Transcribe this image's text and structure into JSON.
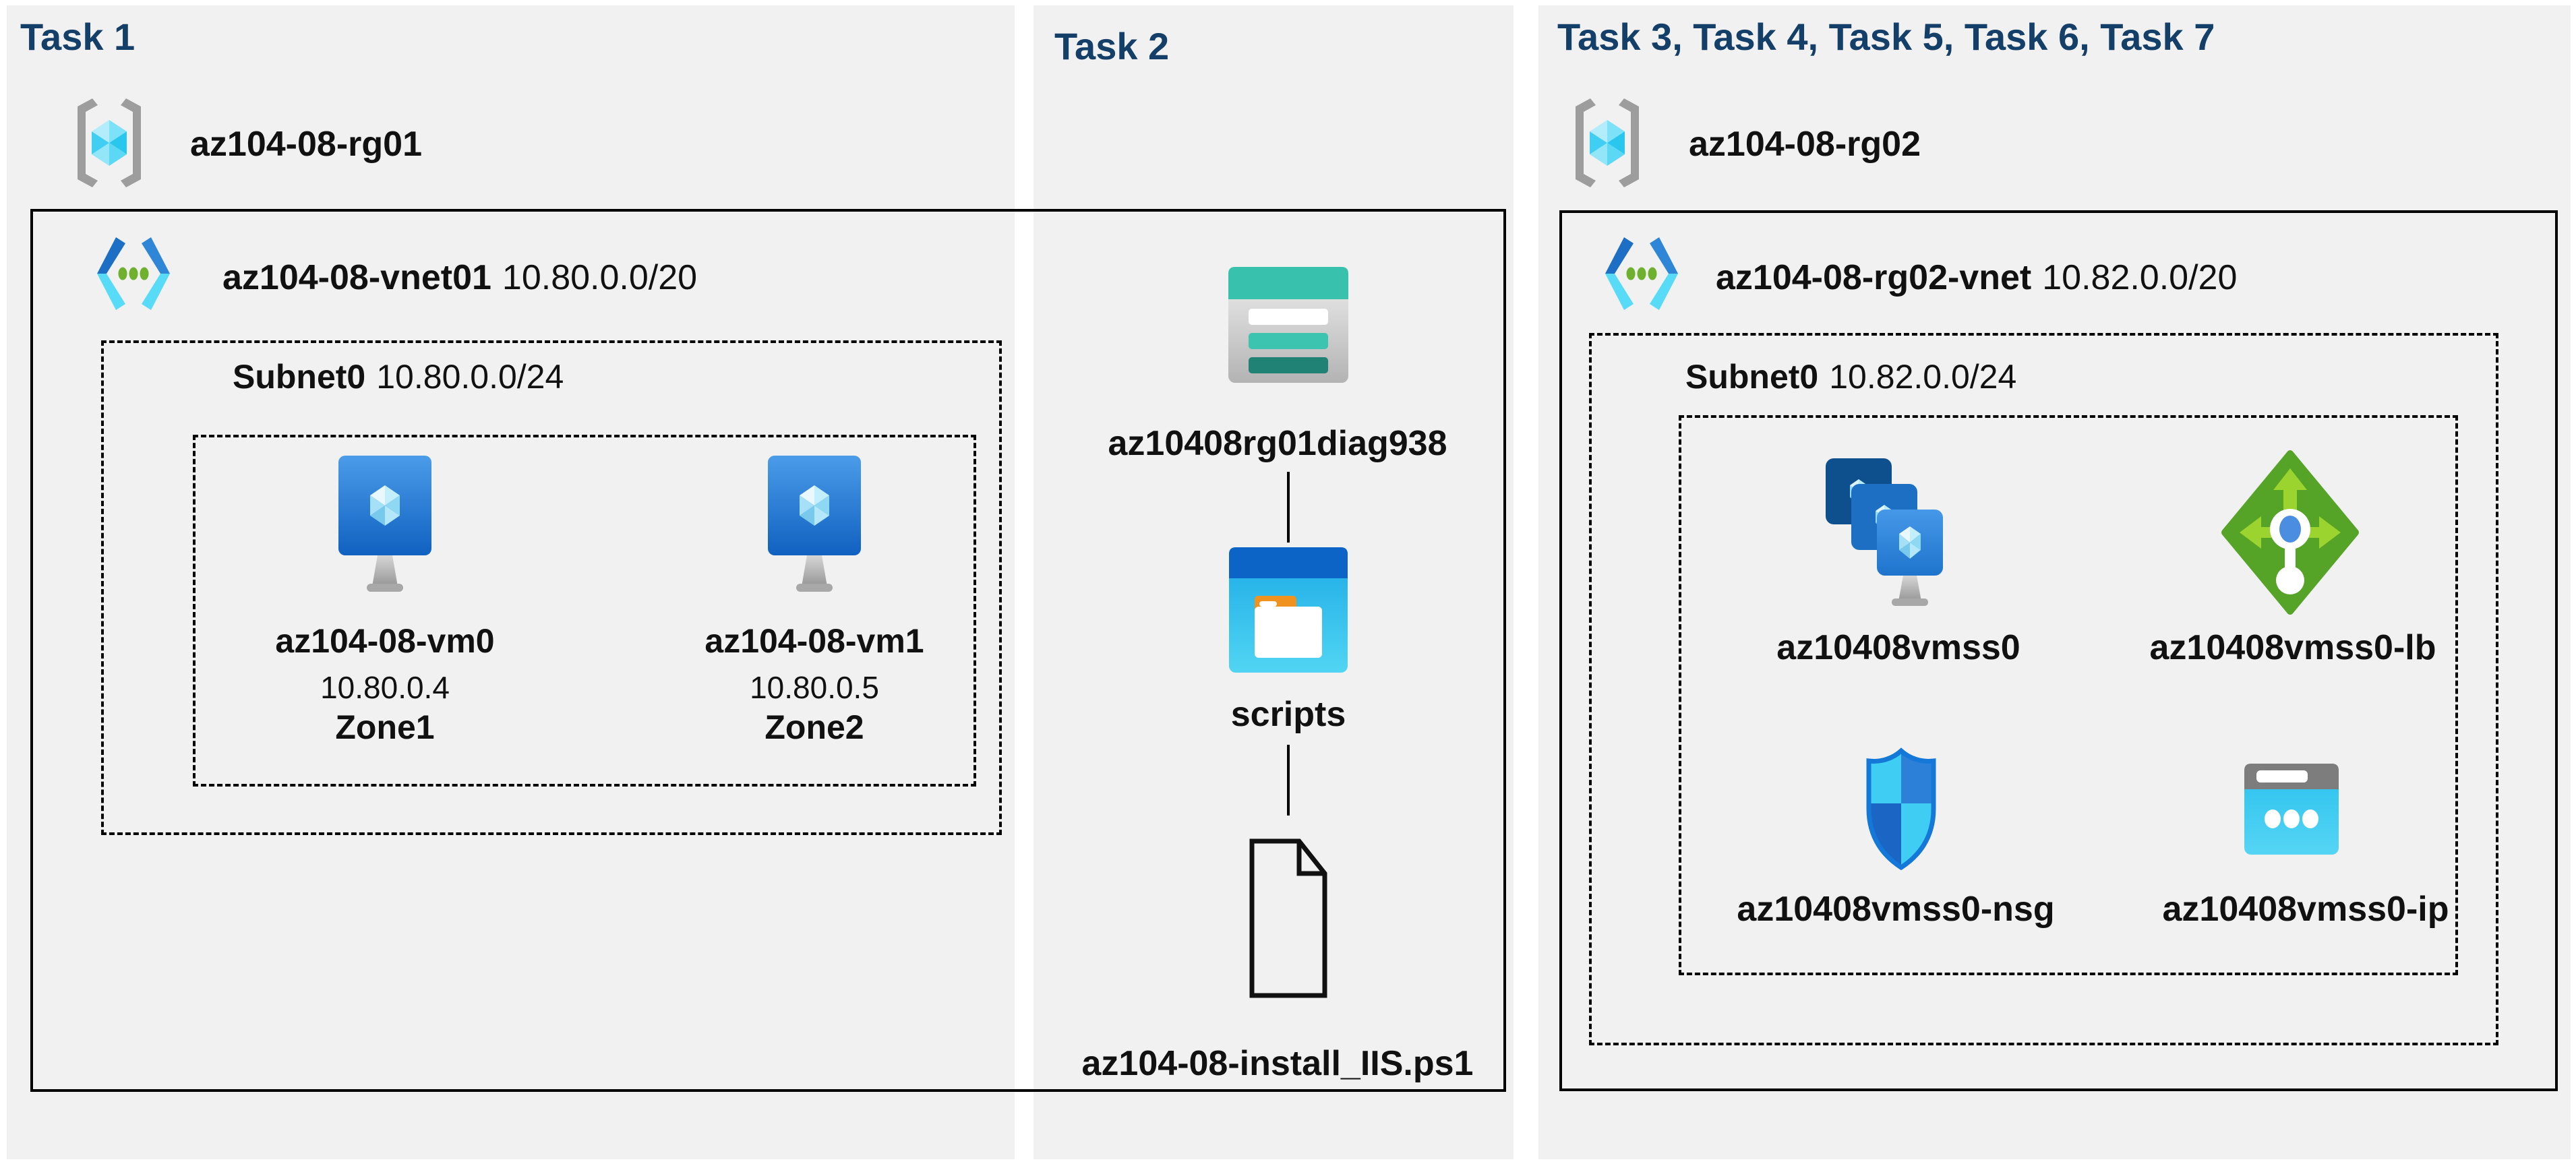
{
  "colors": {
    "page_bg": "#ffffff",
    "panel_bg": "#f1f1f1",
    "header_text": "#143f68",
    "label_text": "#111111",
    "border": "#000000",
    "vnet_green_dot": "#6fb02e",
    "storage_teal": "#38c2ae",
    "folder_blue": "#0b64c6",
    "lb_green": "#55a327",
    "nsg_blue": "#2d80d8",
    "ip_cyan": "#29c0ee"
  },
  "panels": [
    {
      "header": "Task 1",
      "resource_group": {
        "name": "az104-08-rg01"
      },
      "vnet": {
        "name": "az104-08-vnet01",
        "cidr": "10.80.0.0/20"
      },
      "subnet": {
        "name": "Subnet0",
        "cidr": "10.80.0.0/24"
      },
      "vms": [
        {
          "name": "az104-08-vm0",
          "ip": "10.80.0.4",
          "zone": "Zone1"
        },
        {
          "name": "az104-08-vm1",
          "ip": "10.80.0.5",
          "zone": "Zone2"
        }
      ]
    },
    {
      "header": "Task 2",
      "storage_account": {
        "name": "az10408rg01diag938"
      },
      "container": {
        "name": "scripts"
      },
      "file": {
        "name": "az104-08-install_IIS.ps1"
      }
    },
    {
      "header": "Task 3, Task 4, Task 5, Task 6, Task 7",
      "resource_group": {
        "name": "az104-08-rg02"
      },
      "vnet": {
        "name": "az104-08-rg02-vnet",
        "cidr": "10.82.0.0/20"
      },
      "subnet": {
        "name": "Subnet0",
        "cidr": "10.82.0.0/24"
      },
      "resources": [
        {
          "name": "az10408vmss0",
          "type": "vm-scale-set"
        },
        {
          "name": "az10408vmss0-lb",
          "type": "load-balancer"
        },
        {
          "name": "az10408vmss0-nsg",
          "type": "network-security-group"
        },
        {
          "name": "az10408vmss0-ip",
          "type": "public-ip"
        }
      ]
    }
  ]
}
